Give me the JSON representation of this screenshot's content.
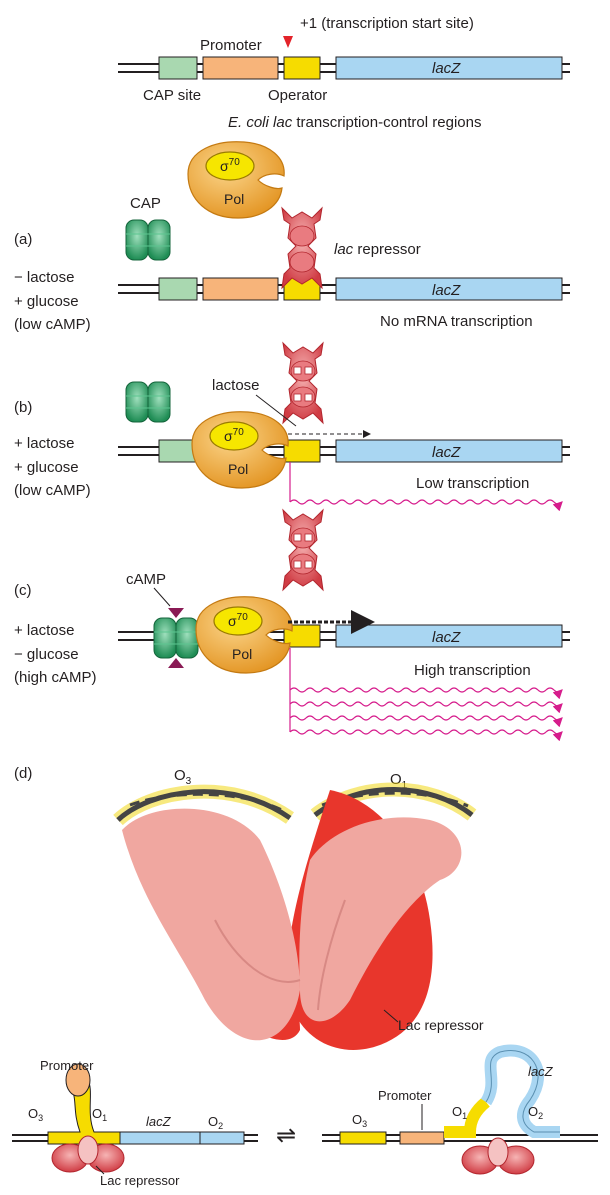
{
  "header": {
    "start_site": "+1 (transcription start site)",
    "promoter": "Promoter",
    "cap_site": "CAP site",
    "operator": "Operator",
    "lacz": "lacZ",
    "caption_prefix": "E. coli lac",
    "caption_suffix": "transcription-control regions"
  },
  "pol": {
    "sigma": "σ",
    "sigma_sup": "70",
    "name": "Pol"
  },
  "panel_a": {
    "letter": "(a)",
    "cap": "CAP",
    "cond1": "− lactose",
    "cond2": "+ glucose",
    "cond3": "(low cAMP)",
    "repressor_italic": "lac",
    "repressor_rest": "repressor",
    "lacz": "lacZ",
    "result": "No mRNA transcription"
  },
  "panel_b": {
    "letter": "(b)",
    "lactose": "lactose",
    "cond1": "+ lactose",
    "cond2": "+ glucose",
    "cond3": "(low cAMP)",
    "lacz": "lacZ",
    "result": "Low transcription"
  },
  "panel_c": {
    "letter": "(c)",
    "camp": "cAMP",
    "cond1": "+ lactose",
    "cond2": "− glucose",
    "cond3": "(high cAMP)",
    "lacz": "lacZ",
    "result": "High transcription"
  },
  "panel_d": {
    "letter": "(d)",
    "o3": "O",
    "o3_sub": "3",
    "o1": "O",
    "o1_sub": "1",
    "repressor": "Lac repressor"
  },
  "bottom": {
    "promoter_left": "Promoter",
    "o3": "O",
    "o3_sub": "3",
    "o1": "O",
    "o1_sub": "1",
    "lacz": "lacZ",
    "o2": "O",
    "o2_sub": "2",
    "repressor": "Lac repressor",
    "promoter_right": "Promoter",
    "lacz_loop": "lacZ",
    "equilibrium": "⇌"
  },
  "colors": {
    "cap_site": "#a9d8b0",
    "promoter": "#f7b47a",
    "operator": "#f6dc00",
    "lacz": "#a9d6f2",
    "pol": "#f2a83a",
    "repressor": "#e0555c",
    "cap_protein": "#2fa56a",
    "transcript": "#d61d8c"
  }
}
